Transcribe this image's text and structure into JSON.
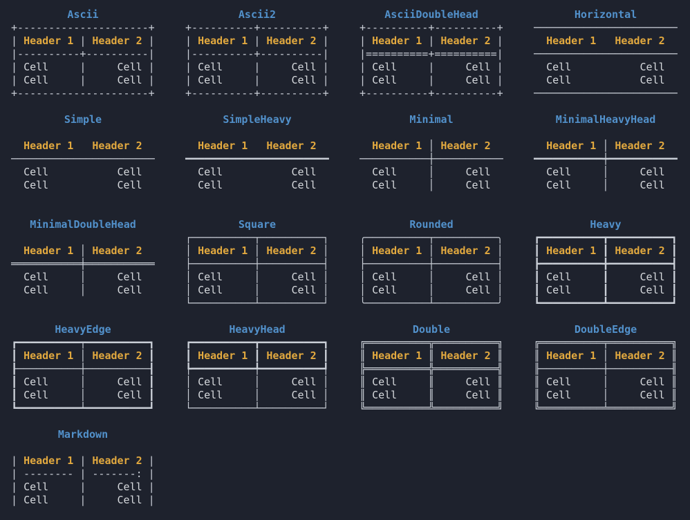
{
  "colors": {
    "bg": "#1e222d",
    "title": "#5291cb",
    "header": "#e2a93f",
    "cell": "#d7dade",
    "border": "#c9ced6"
  },
  "tables": [
    {
      "title": "Ascii",
      "lines": [
        "+---------------------+",
        "| Header 1 | Header 2 |",
        "|----------+----------|",
        "| Cell     |     Cell |",
        "| Cell     |     Cell |",
        "+---------------------+"
      ]
    },
    {
      "title": "Ascii2",
      "lines": [
        "+----------+----------+",
        "| Header 1 | Header 2 |",
        "|----------+----------|",
        "| Cell     |     Cell |",
        "| Cell     |     Cell |",
        "+----------+----------+"
      ]
    },
    {
      "title": "AsciiDoubleHead",
      "lines": [
        "+----------+----------+",
        "| Header 1 | Header 2 |",
        "|==========+==========|",
        "| Cell     |     Cell |",
        "| Cell     |     Cell |",
        "+----------+----------+"
      ]
    },
    {
      "title": "Horizontal",
      "lines": [
        "───────────────────────",
        "  Header 1   Header 2  ",
        "───────────────────────",
        "  Cell           Cell  ",
        "  Cell           Cell  ",
        "───────────────────────"
      ]
    },
    {
      "title": "Simple",
      "lines": [
        "",
        "  Header 1   Header 2  ",
        "───────────────────────",
        "  Cell           Cell  ",
        "  Cell           Cell  ",
        ""
      ]
    },
    {
      "title": "SimpleHeavy",
      "lines": [
        "",
        "  Header 1   Header 2  ",
        "━━━━━━━━━━━━━━━━━━━━━━━",
        "  Cell           Cell  ",
        "  Cell           Cell  ",
        ""
      ]
    },
    {
      "title": "Minimal",
      "lines": [
        "",
        "  Header 1 │ Header 2  ",
        "───────────┼───────────",
        "  Cell     │     Cell  ",
        "  Cell     │     Cell  ",
        ""
      ]
    },
    {
      "title": "MinimalHeavyHead",
      "lines": [
        "",
        "  Header 1 │ Header 2  ",
        "━━━━━━━━━━━┿━━━━━━━━━━━",
        "  Cell     │     Cell  ",
        "  Cell     │     Cell  ",
        ""
      ]
    },
    {
      "title": "MinimalDoubleHead",
      "lines": [
        "",
        "  Header 1 │ Header 2  ",
        "═══════════╪═══════════",
        "  Cell     │     Cell  ",
        "  Cell     │     Cell  ",
        ""
      ]
    },
    {
      "title": "Square",
      "lines": [
        "┌──────────┬──────────┐",
        "│ Header 1 │ Header 2 │",
        "├──────────┼──────────┤",
        "│ Cell     │     Cell │",
        "│ Cell     │     Cell │",
        "└──────────┴──────────┘"
      ]
    },
    {
      "title": "Rounded",
      "lines": [
        "╭──────────┬──────────╮",
        "│ Header 1 │ Header 2 │",
        "├──────────┼──────────┤",
        "│ Cell     │     Cell │",
        "│ Cell     │     Cell │",
        "╰──────────┴──────────╯"
      ]
    },
    {
      "title": "Heavy",
      "lines": [
        "┏━━━━━━━━━━┳━━━━━━━━━━┓",
        "┃ Header 1 ┃ Header 2 ┃",
        "┣━━━━━━━━━━╋━━━━━━━━━━┫",
        "┃ Cell     ┃     Cell ┃",
        "┃ Cell     ┃     Cell ┃",
        "┗━━━━━━━━━━┻━━━━━━━━━━┛"
      ]
    },
    {
      "title": "HeavyEdge",
      "lines": [
        "┏━━━━━━━━━━┯━━━━━━━━━━┓",
        "┃ Header 1 │ Header 2 ┃",
        "┠──────────┼──────────┨",
        "┃ Cell     │     Cell ┃",
        "┃ Cell     │     Cell ┃",
        "┗━━━━━━━━━━┷━━━━━━━━━━┛"
      ]
    },
    {
      "title": "HeavyHead",
      "lines": [
        "┏━━━━━━━━━━┳━━━━━━━━━━┓",
        "┃ Header 1 ┃ Header 2 ┃",
        "┡━━━━━━━━━━╇━━━━━━━━━━┩",
        "│ Cell     │     Cell │",
        "│ Cell     │     Cell │",
        "└──────────┴──────────┘"
      ]
    },
    {
      "title": "Double",
      "lines": [
        "╔══════════╦══════════╗",
        "║ Header 1 ║ Header 2 ║",
        "╠══════════╬══════════╣",
        "║ Cell     ║     Cell ║",
        "║ Cell     ║     Cell ║",
        "╚══════════╩══════════╝"
      ]
    },
    {
      "title": "DoubleEdge",
      "lines": [
        "╔══════════╤══════════╗",
        "║ Header 1 │ Header 2 ║",
        "╟──────────┼──────────╢",
        "║ Cell     │     Cell ║",
        "║ Cell     │     Cell ║",
        "╚══════════╧══════════╝"
      ]
    },
    {
      "title": "Markdown",
      "lines": [
        "",
        "| Header 1 | Header 2 |",
        "| -------- | -------: |",
        "| Cell     |     Cell |",
        "| Cell     |     Cell |",
        ""
      ]
    }
  ]
}
